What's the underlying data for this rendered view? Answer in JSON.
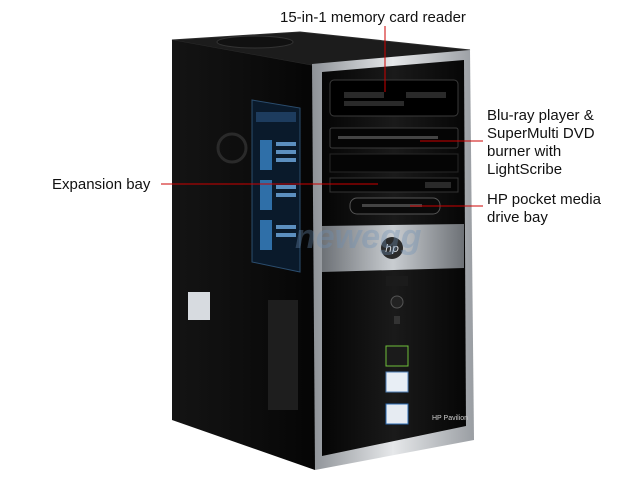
{
  "callouts": {
    "card_reader": {
      "lines": [
        "15-in-1 memory card reader"
      ]
    },
    "bluray": {
      "lines": [
        "Blu-ray player &",
        "SuperMulti DVD",
        "burner with",
        "LightScribe"
      ]
    },
    "expansion_bay": {
      "lines": [
        "Expansion bay"
      ]
    },
    "pocket_bay": {
      "lines": [
        "HP pocket media",
        "drive bay"
      ]
    }
  },
  "tower": {
    "brand_logo": "hp",
    "model_badge": "HP Pavilion",
    "watermark": "newegg"
  },
  "colors": {
    "body": "#0b0b0b",
    "side_panel": "#111111",
    "silver_trim": "#b8bcc0",
    "callout_line": "#cc0000"
  }
}
